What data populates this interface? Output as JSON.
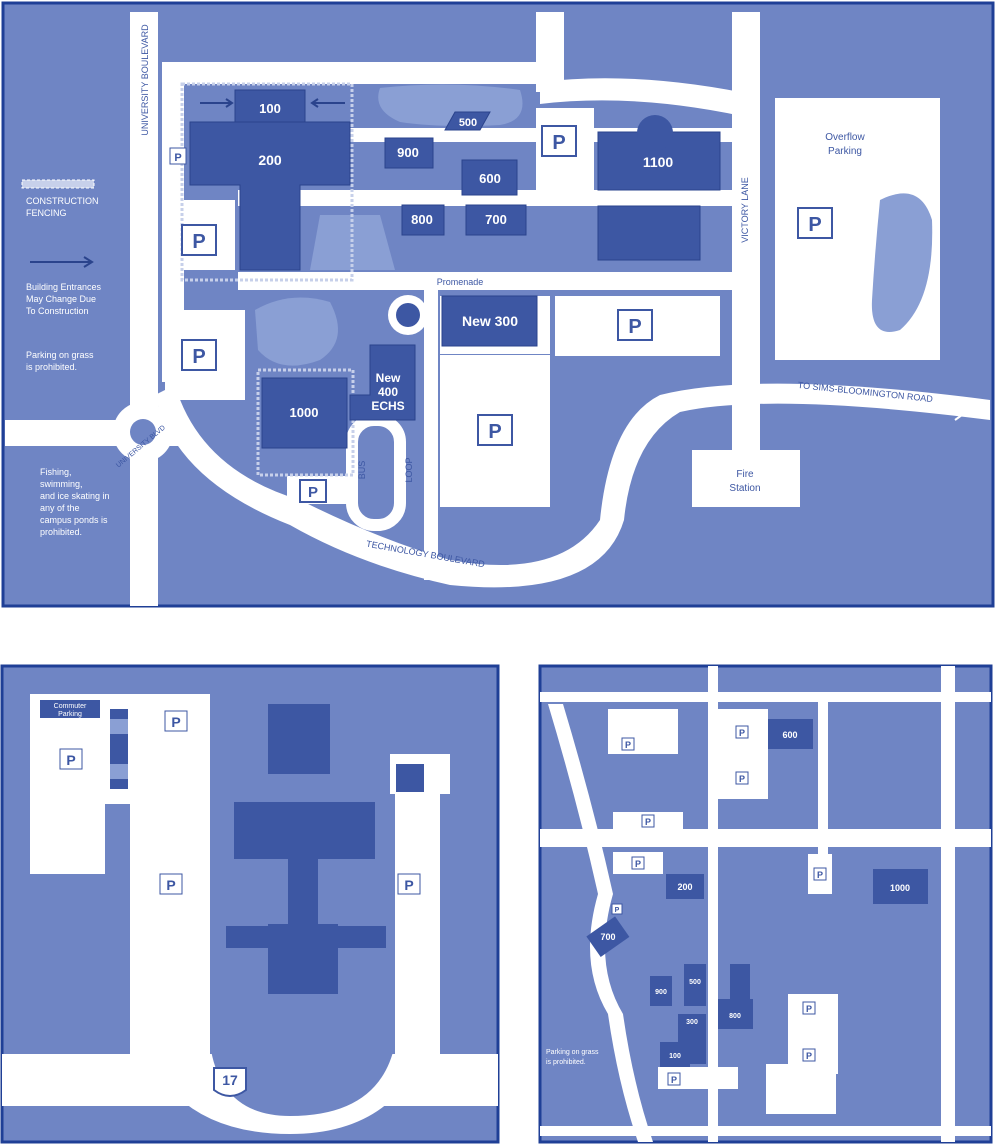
{
  "colors": {
    "background": "#6f85c4",
    "road": "#ffffff",
    "building": "#3d57a3",
    "building_light": "#8a9fd4",
    "border": "#1f3f96"
  },
  "main_map": {
    "streets": {
      "university_blvd": "UNIVERSITY BOULEVARD",
      "loop_road": "Loop Road",
      "victory_lane": "VICTORY LANE",
      "sims_road": "TO SIMS-BLOOMINGTON ROAD",
      "technology_blvd": "TECHNOLOGY BOULEVARD",
      "promenade": "Promenade",
      "bus_loop_1": "BUS",
      "bus_loop_2": "LOOP",
      "ramp_label": "UNIVERSITY BLVD"
    },
    "buildings": {
      "b100": "100",
      "b200": "200",
      "b500": "500",
      "b600": "600",
      "b700": "700",
      "b800": "800",
      "b900": "900",
      "b1000": "1000",
      "b1100": "1100",
      "new300": "New 300",
      "new400_line1": "New",
      "new400_line2": "400",
      "new400_line3": "ECHS"
    },
    "parking_symbol": "P",
    "overflow_parking": [
      "Overflow",
      "Parking"
    ],
    "fire_station": [
      "Fire",
      "Station"
    ],
    "legend": {
      "fencing_line1": "CONSTRUCTION",
      "fencing_line2": "FENCING",
      "entrances": [
        "Building Entrances",
        "May Change Due",
        "To Construction"
      ],
      "grass": [
        "Parking on grass",
        "is prohibited."
      ],
      "fishing": [
        "Fishing,",
        "swimming,",
        "and ice skating in",
        "any of the",
        "campus ponds is",
        "prohibited."
      ]
    }
  },
  "left_map": {
    "label_top": [
      "Commuter",
      "Parking"
    ],
    "parking_symbol": "P",
    "route_shield": "17",
    "legend_note": [
      "Parking on grass",
      "is prohibited"
    ]
  },
  "right_map": {
    "buildings": {
      "b600": "600",
      "b200": "200",
      "b1000": "1000",
      "b700": "700",
      "b900": "900",
      "b500": "500",
      "b300": "300",
      "b100": "100",
      "b800": "800"
    },
    "parking_symbol": "P",
    "note": [
      "Parking on grass",
      "is prohibited."
    ]
  }
}
